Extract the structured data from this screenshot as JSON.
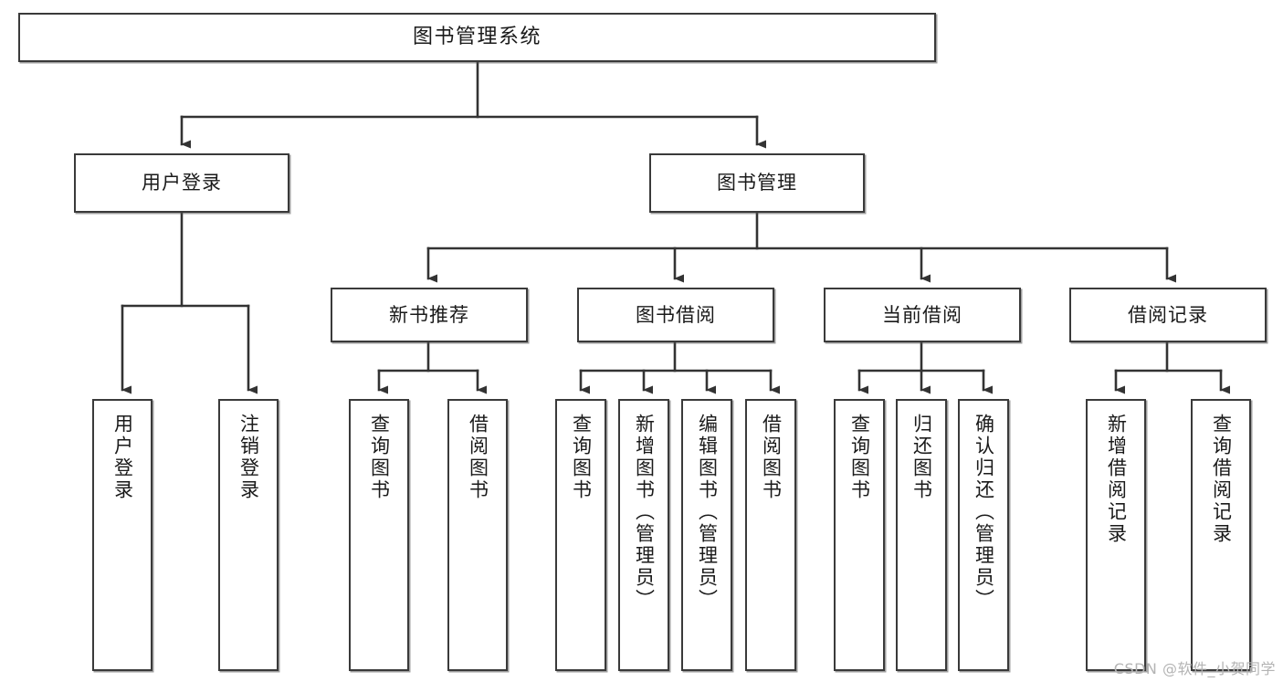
{
  "diagram": {
    "title": "图书管理系统",
    "type": "hierarchy-tree",
    "watermark": "CSDN @软件_小贺同学",
    "colors": {
      "box_border": "#3a3a3a",
      "box_fill": "#ffffff",
      "edge": "#333333",
      "text": "#1a1a1a",
      "watermark": "#b4b4b4",
      "background": "#ffffff"
    },
    "levels": {
      "root": {
        "label": "图书管理系统"
      },
      "level2": [
        {
          "label": "用户登录"
        },
        {
          "label": "图书管理"
        }
      ],
      "level3": [
        {
          "label": "新书推荐"
        },
        {
          "label": "图书借阅"
        },
        {
          "label": "当前借阅"
        },
        {
          "label": "借阅记录"
        }
      ]
    },
    "nodes": {
      "root": "图书管理系统",
      "user_login": "用户登录",
      "book_manage": "图书管理",
      "new_book_rec": "新书推荐",
      "book_borrow": "图书借阅",
      "current_borrow": "当前借阅",
      "borrow_record": "借阅记录",
      "leaf_user_login": "用户登录",
      "leaf_logout": "注销登录",
      "leaf_rec_query": "查询图书",
      "leaf_rec_borrow": "借阅图书",
      "leaf_borrow_query": "查询图书",
      "leaf_borrow_add": "新增图书（管理员）",
      "leaf_borrow_edit": "编辑图书（管理员）",
      "leaf_borrow_do": "借阅图书",
      "leaf_cur_query": "查询图书",
      "leaf_cur_return": "归还图书",
      "leaf_cur_confirm": "确认归还（管理员）",
      "leaf_rec_add": "新增借阅记录",
      "leaf_rec_search": "查询借阅记录"
    },
    "tree": {
      "label": "图书管理系统",
      "children": [
        {
          "label": "用户登录",
          "children": [
            {
              "label": "用户登录"
            },
            {
              "label": "注销登录"
            }
          ]
        },
        {
          "label": "图书管理",
          "children": [
            {
              "label": "新书推荐",
              "children": [
                {
                  "label": "查询图书"
                },
                {
                  "label": "借阅图书"
                }
              ]
            },
            {
              "label": "图书借阅",
              "children": [
                {
                  "label": "查询图书"
                },
                {
                  "label": "新增图书（管理员）"
                },
                {
                  "label": "编辑图书（管理员）"
                },
                {
                  "label": "借阅图书"
                }
              ]
            },
            {
              "label": "当前借阅",
              "children": [
                {
                  "label": "查询图书"
                },
                {
                  "label": "归还图书"
                },
                {
                  "label": "确认归还（管理员）"
                }
              ]
            },
            {
              "label": "借阅记录",
              "children": [
                {
                  "label": "新增借阅记录"
                },
                {
                  "label": "查询借阅记录"
                }
              ]
            }
          ]
        }
      ]
    }
  }
}
